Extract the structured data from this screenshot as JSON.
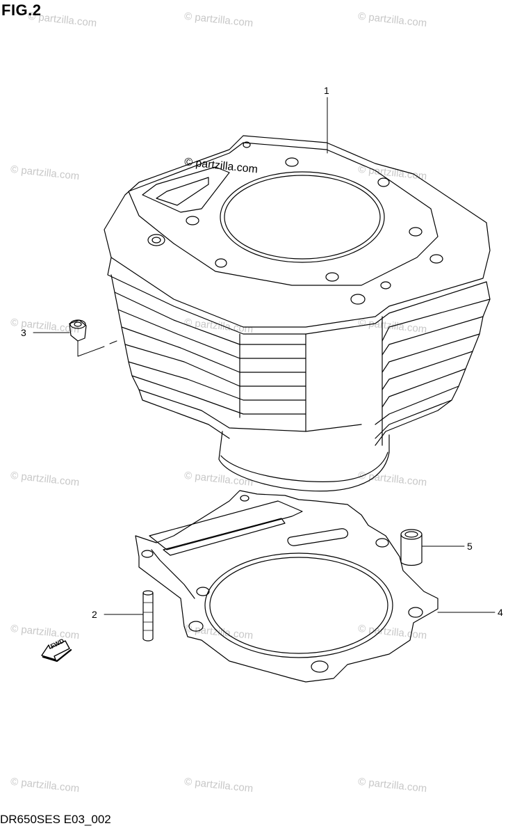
{
  "figure": {
    "title": "FIG.2",
    "model_code": "DR650SES E03_002"
  },
  "callouts": [
    {
      "id": "1",
      "label": "1"
    },
    {
      "id": "2",
      "label": "2"
    },
    {
      "id": "3",
      "label": "3"
    },
    {
      "id": "4",
      "label": "4"
    },
    {
      "id": "5",
      "label": "5"
    }
  ],
  "fwd_arrow_label": "FWD",
  "watermark": "© partzilla.com",
  "colors": {
    "line": "#000000",
    "watermark": "#c8c8c8",
    "background": "#ffffff"
  }
}
